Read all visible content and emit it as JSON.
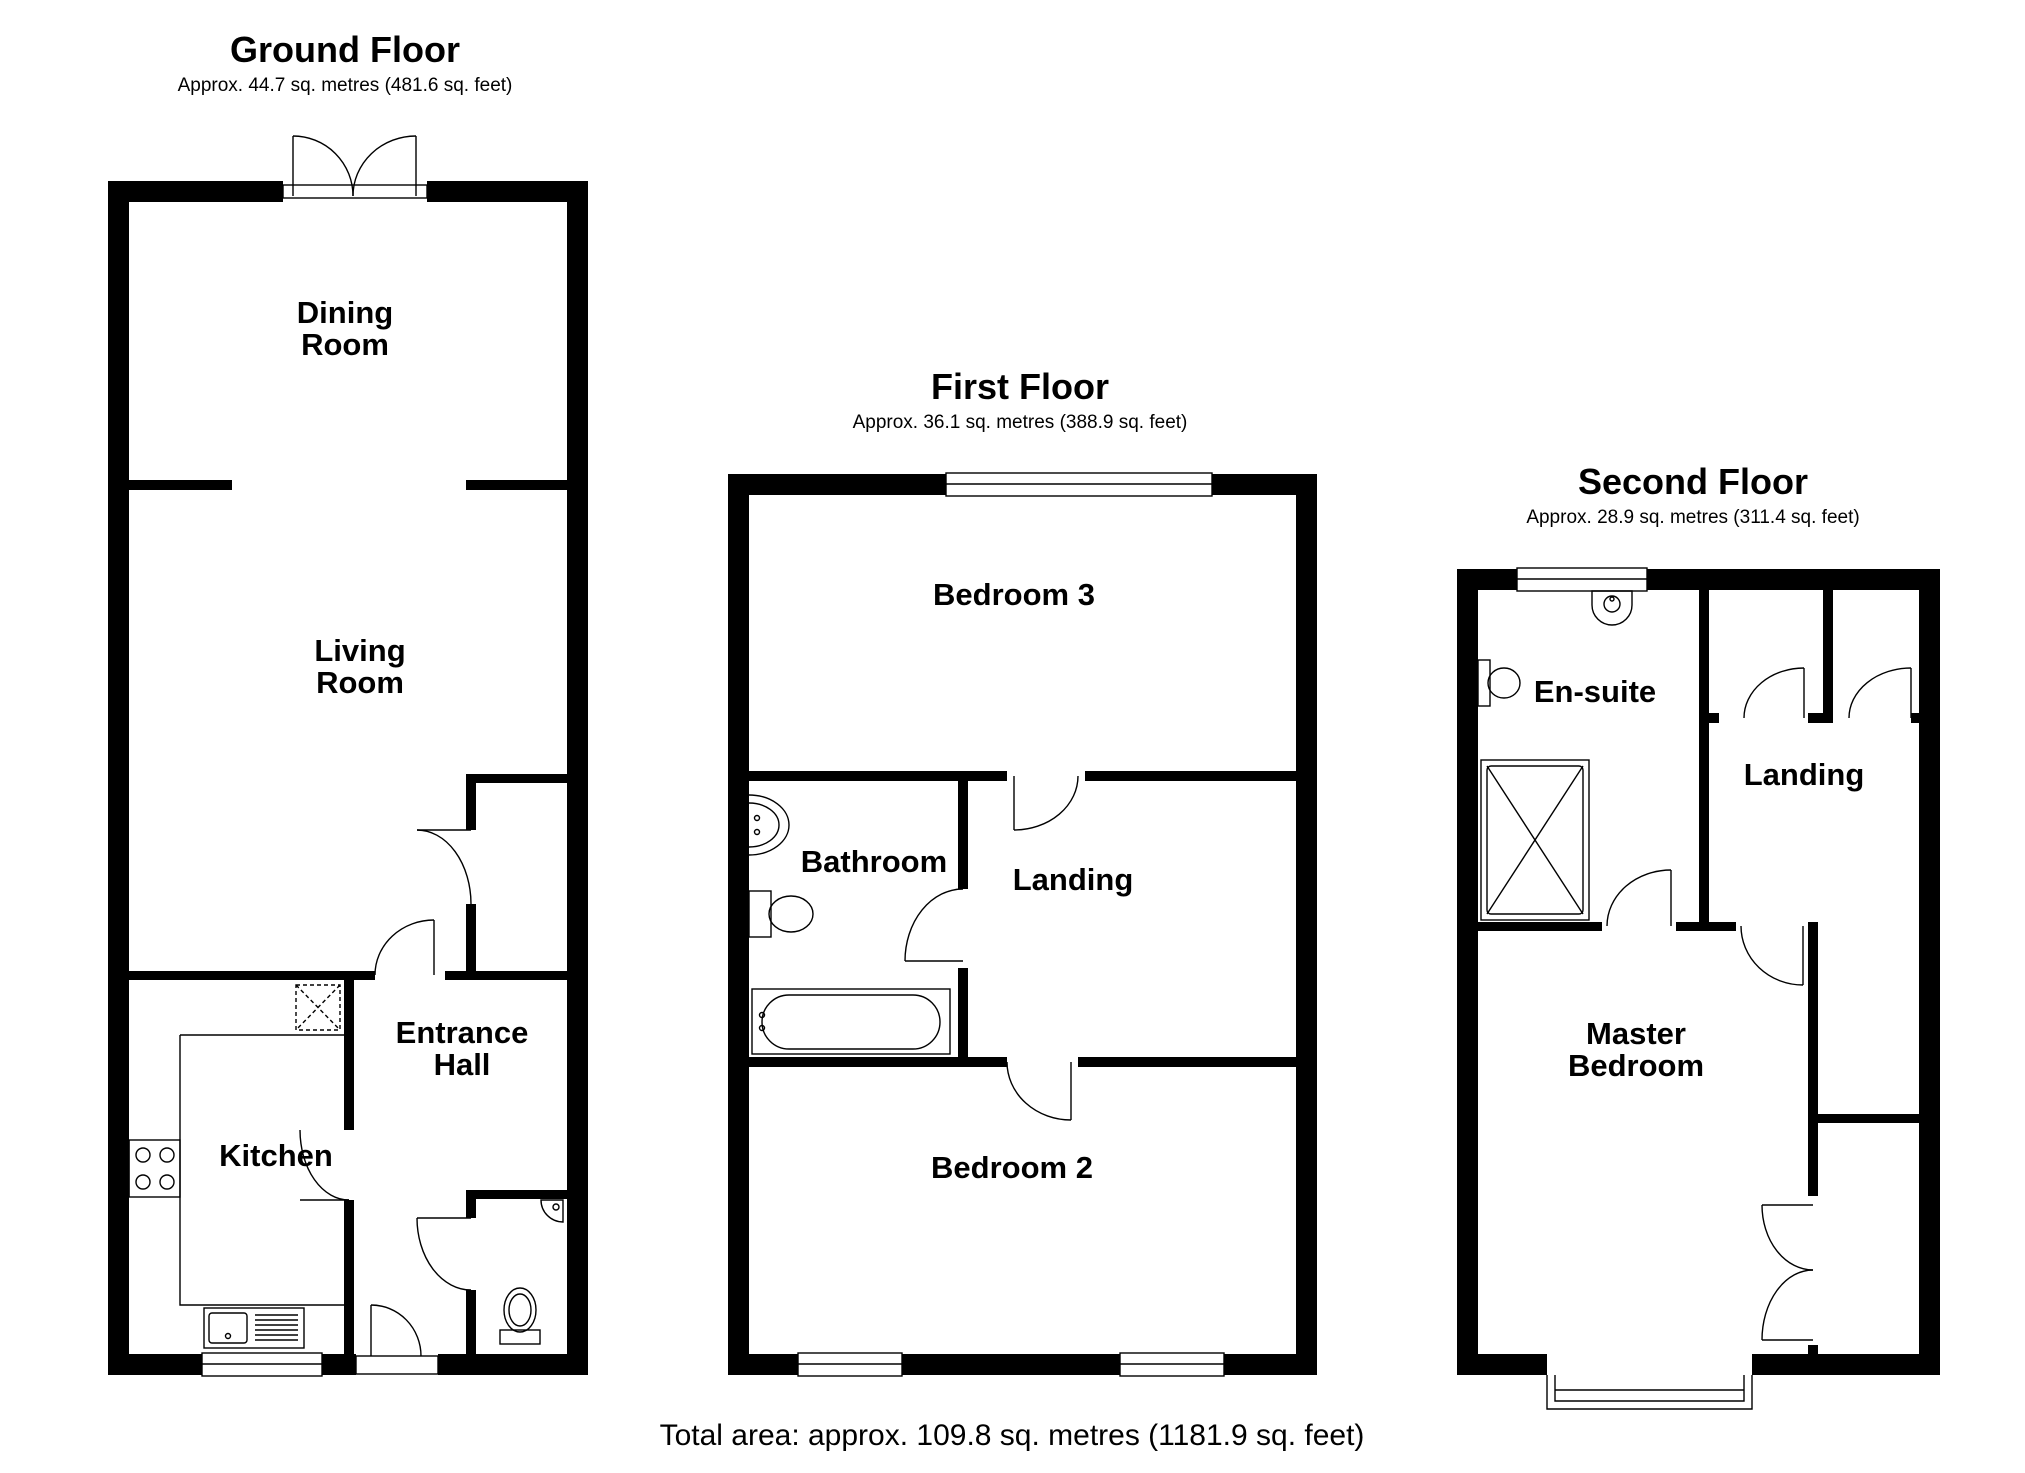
{
  "floors": {
    "ground": {
      "title": "Ground Floor",
      "area": "Approx. 44.7 sq. metres (481.6 sq. feet)",
      "rooms": {
        "dining_line1": "Dining",
        "dining_line2": "Room",
        "living_line1": "Living",
        "living_line2": "Room",
        "hall_line1": "Entrance",
        "hall_line2": "Hall",
        "kitchen": "Kitchen"
      }
    },
    "first": {
      "title": "First Floor",
      "area": "Approx. 36.1 sq. metres (388.9 sq. feet)",
      "rooms": {
        "bedroom3": "Bedroom 3",
        "bathroom": "Bathroom",
        "landing": "Landing",
        "bedroom2": "Bedroom 2"
      }
    },
    "second": {
      "title": "Second Floor",
      "area": "Approx. 28.9 sq. metres (311.4 sq. feet)",
      "rooms": {
        "ensuite": "En-suite",
        "landing": "Landing",
        "master_line1": "Master",
        "master_line2": "Bedroom"
      }
    }
  },
  "total": "Total area: approx. 109.8 sq. metres (1181.9 sq. feet)"
}
